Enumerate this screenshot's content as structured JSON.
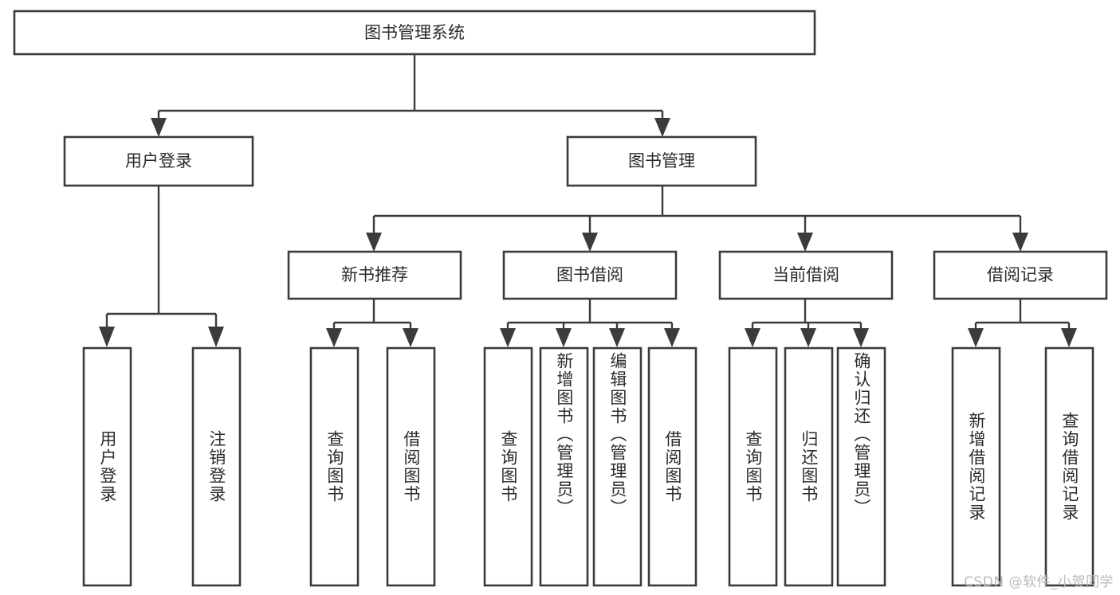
{
  "diagram": {
    "title": "图书管理系统",
    "type": "tree-hierarchy",
    "root": {
      "label": "图书管理系统"
    },
    "level2": [
      {
        "label": "用户登录"
      },
      {
        "label": "图书管理"
      }
    ],
    "level3": [
      {
        "label": "新书推荐",
        "parent": "图书管理"
      },
      {
        "label": "图书借阅",
        "parent": "图书管理"
      },
      {
        "label": "当前借阅",
        "parent": "图书管理"
      },
      {
        "label": "借阅记录",
        "parent": "图书管理"
      }
    ],
    "leaves": {
      "user_login": [
        {
          "label": "用户登录"
        },
        {
          "label": "注销登录"
        }
      ],
      "new_book_recommend": [
        {
          "label": "查询图书"
        },
        {
          "label": "借阅图书"
        }
      ],
      "book_borrow": [
        {
          "label": "查询图书"
        },
        {
          "label": "新增图书（管理员）"
        },
        {
          "label": "编辑图书（管理员）"
        },
        {
          "label": "借阅图书"
        }
      ],
      "current_borrow": [
        {
          "label": "查询图书"
        },
        {
          "label": "归还图书"
        },
        {
          "label": "确认归还（管理员）"
        }
      ],
      "borrow_record": [
        {
          "label": "新增借阅记录"
        },
        {
          "label": "查询借阅记录"
        }
      ]
    },
    "colors": {
      "stroke": "#3b3b3b",
      "fill": "#ffffff",
      "text": "#2b2b2b",
      "watermark": "#b9b9b9"
    }
  },
  "watermark": {
    "text": "CSDN @软件_小贺同学"
  }
}
